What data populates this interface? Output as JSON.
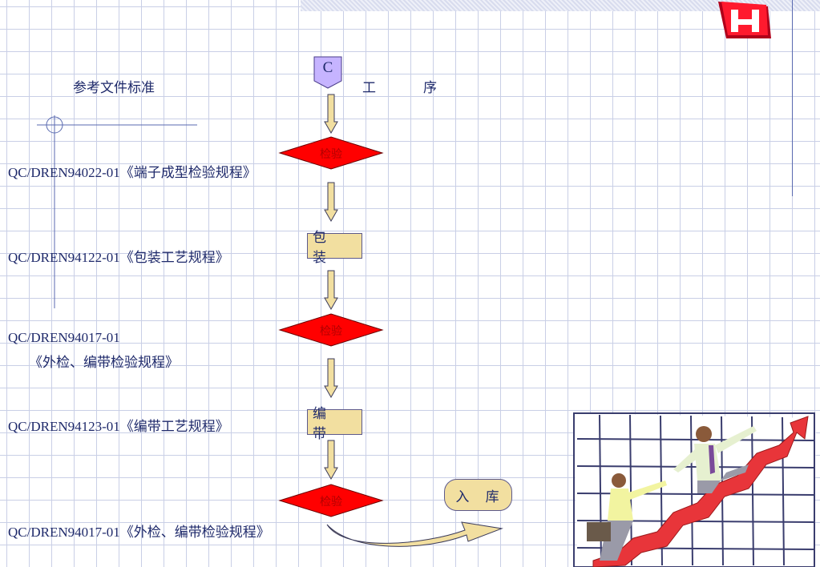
{
  "header": {
    "reference_label": "参考文件标准",
    "process_label_1": "工",
    "process_label_2": "序"
  },
  "start_node": {
    "label": "C"
  },
  "flow": {
    "inspect_label": "检验",
    "pack_label": "包 装",
    "braid_label": "编 带",
    "storage_label": "入 库"
  },
  "references": {
    "ref1": "QC/DREN94022-01《端子成型检验规程》",
    "ref2": "QC/DREN94122-01《包装工艺规程》",
    "ref3_line1": "QC/DREN94017-01",
    "ref3_line2": "《外检、编带检验规程》",
    "ref4": "QC/DREN94123-01《编带工艺规程》",
    "ref5": "QC/DREN94017-01《外检、编带检验规程》"
  },
  "colors": {
    "diamond_fill": "#ff0000",
    "box_fill": "#f2dfa0",
    "start_fill": "#c6b4ff",
    "text": "#1f2a6b"
  }
}
